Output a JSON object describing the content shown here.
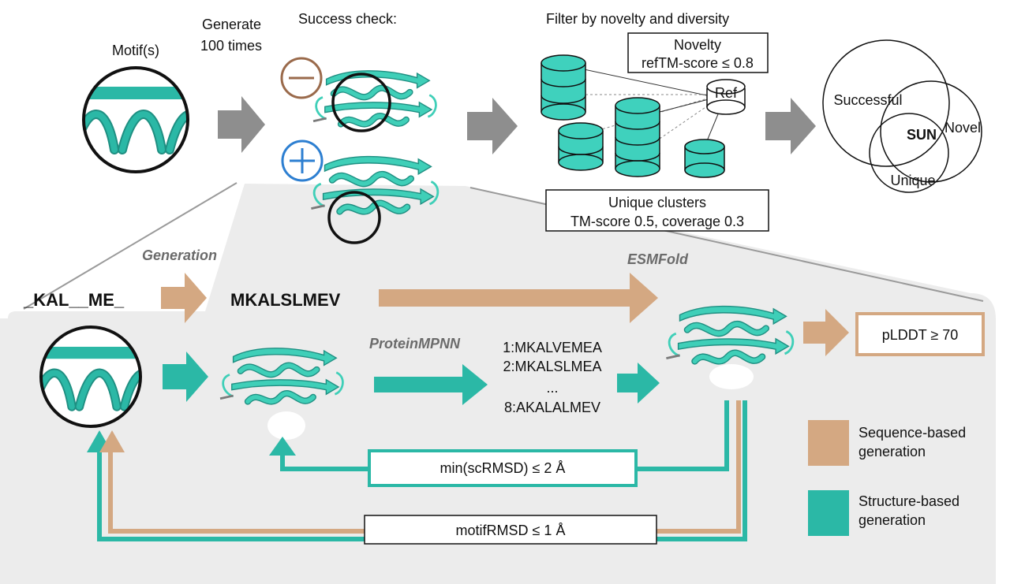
{
  "colors": {
    "teal": "#2bb8a6",
    "teal_dark": "#1f8f82",
    "tan": "#d4a882",
    "panel": "#ececec",
    "grey_arrow": "#8e8e8e",
    "minus": "#9a6a4b",
    "plus": "#2d7fd1"
  },
  "top": {
    "motif_label": "Motif(s)",
    "generate_line1": "Generate",
    "generate_line2": "100 times",
    "success_check": "Success check:",
    "filter_title": "Filter by novelty and diversity",
    "novelty_line1": "Novelty",
    "novelty_line2": "refTM-score ≤ 0.8",
    "ref_label": "Ref",
    "unique_line1": "Unique clusters",
    "unique_line2": "TM-score 0.5, coverage 0.3",
    "venn": {
      "successful": "Successful",
      "novel": "Novel",
      "unique": "Unique",
      "sun": "SUN"
    }
  },
  "bottom": {
    "generation_label": "Generation",
    "motif_seq": "_KAL__ME_",
    "full_seq": "MKALSLMEV",
    "esmfold_label": "ESMFold",
    "proteinmpnn_label": "ProteinMPNN",
    "mpnn_seqs": [
      "1:MKALVEMEA",
      "2:MKALSLMEA",
      "...",
      "8:AKALALMEV"
    ],
    "plddt": "pLDDT ≥ 70",
    "scrmsd": "min(scRMSD) ≤ 2 Å",
    "motifrmsd": "motifRMSD ≤ 1 Å"
  },
  "legend": {
    "sequence_line1": "Sequence-based",
    "sequence_line2": "generation",
    "structure_line1": "Structure-based",
    "structure_line2": "generation"
  },
  "icons": {
    "minus": "minus-circle-icon",
    "plus": "plus-circle-icon",
    "database": "database-icon",
    "protein": "protein-structure-icon"
  }
}
